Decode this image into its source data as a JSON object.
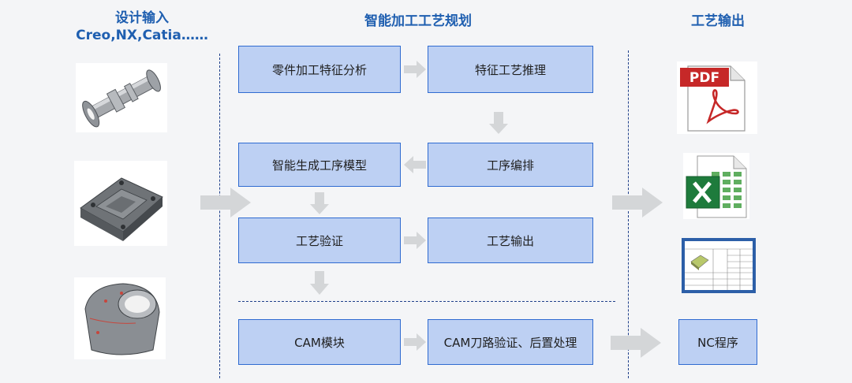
{
  "columns": {
    "input": {
      "title": "设计输入",
      "subtitle": "Creo,NX,Catia……"
    },
    "planning": {
      "title": "智能加工工艺规划"
    },
    "output": {
      "title": "工艺输出"
    }
  },
  "steps": {
    "feature_analysis": "零件加工特征分析",
    "feature_process_reasoning": "特征工艺推理",
    "process_sequencing": "工序编排",
    "generate_process_model": "智能生成工序模型",
    "process_verification": "工艺验证",
    "process_output": "工艺输出",
    "cam_module": "CAM模块",
    "cam_verification": "CAM刀路验证、后置处理"
  },
  "outputs": {
    "pdf_label": "PDF",
    "nc_program": "NC程序"
  },
  "colors": {
    "title": "#1f5fb0",
    "box_fill": "#bdd0f3",
    "box_border": "#2f6bd1",
    "arrow": "#d4d6d8",
    "divider": "#1e3f8a"
  }
}
